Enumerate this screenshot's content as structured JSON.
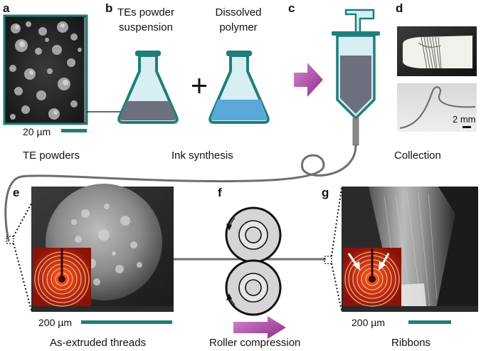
{
  "panels": {
    "a": {
      "letter": "a",
      "caption": "TE powders",
      "scale": "20 µm"
    },
    "b": {
      "letter": "b",
      "label_left_line1": "TEs powder",
      "label_left_line2": "suspension",
      "label_right_line1": "Dissolved",
      "label_right_line2": "polymer",
      "plus": "+",
      "caption": "Ink synthesis"
    },
    "c": {
      "letter": "c"
    },
    "d": {
      "letter": "d",
      "caption": "Collection",
      "scale": "2 mm"
    },
    "e": {
      "letter": "e",
      "caption": "As-extruded threads",
      "scale": "200 µm"
    },
    "f": {
      "letter": "f",
      "caption": "Roller compression"
    },
    "g": {
      "letter": "g",
      "caption": "Ribbons",
      "scale": "200 µm"
    }
  },
  "colors": {
    "teal": "#1e7f7a",
    "flask_fill": "#d7eef3",
    "suspension": "#6c707c",
    "polymer": "#5aa8d8",
    "arrow_purple": "#a03a9a",
    "fiber": "#6e6e6e",
    "xrd_bg": "#b3221a"
  }
}
